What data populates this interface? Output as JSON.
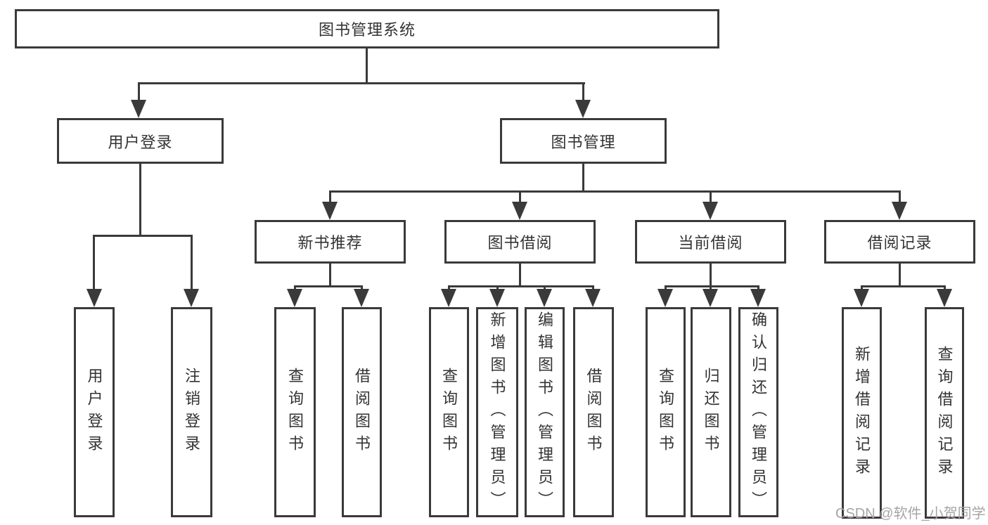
{
  "diagram_title": "图书管理系统",
  "tree": {
    "root": {
      "label": "图书管理系统"
    },
    "branches": [
      {
        "label": "用户登录",
        "children": [
          {
            "label": "用户登录"
          },
          {
            "label": "注销登录"
          }
        ]
      },
      {
        "label": "图书管理",
        "children": [
          {
            "label": "新书推荐",
            "children": [
              {
                "label": "查询图书"
              },
              {
                "label": "借阅图书"
              }
            ]
          },
          {
            "label": "图书借阅",
            "children": [
              {
                "label": "查询图书"
              },
              {
                "label": "新增图书（管理员）"
              },
              {
                "label": "编辑图书（管理员）"
              },
              {
                "label": "借阅图书"
              }
            ]
          },
          {
            "label": "当前借阅",
            "children": [
              {
                "label": "查询图书"
              },
              {
                "label": "归还图书"
              },
              {
                "label": "确认归还（管理员）"
              }
            ]
          },
          {
            "label": "借阅记录",
            "children": [
              {
                "label": "新增借阅记录"
              },
              {
                "label": "查询借阅记录"
              }
            ]
          }
        ]
      }
    ]
  },
  "watermark": "CSDN @软件_小贺同学",
  "colors": {
    "line": "#3a3a3a",
    "text": "#333333",
    "background": "#ffffff",
    "watermark": "#a5a5a5"
  }
}
